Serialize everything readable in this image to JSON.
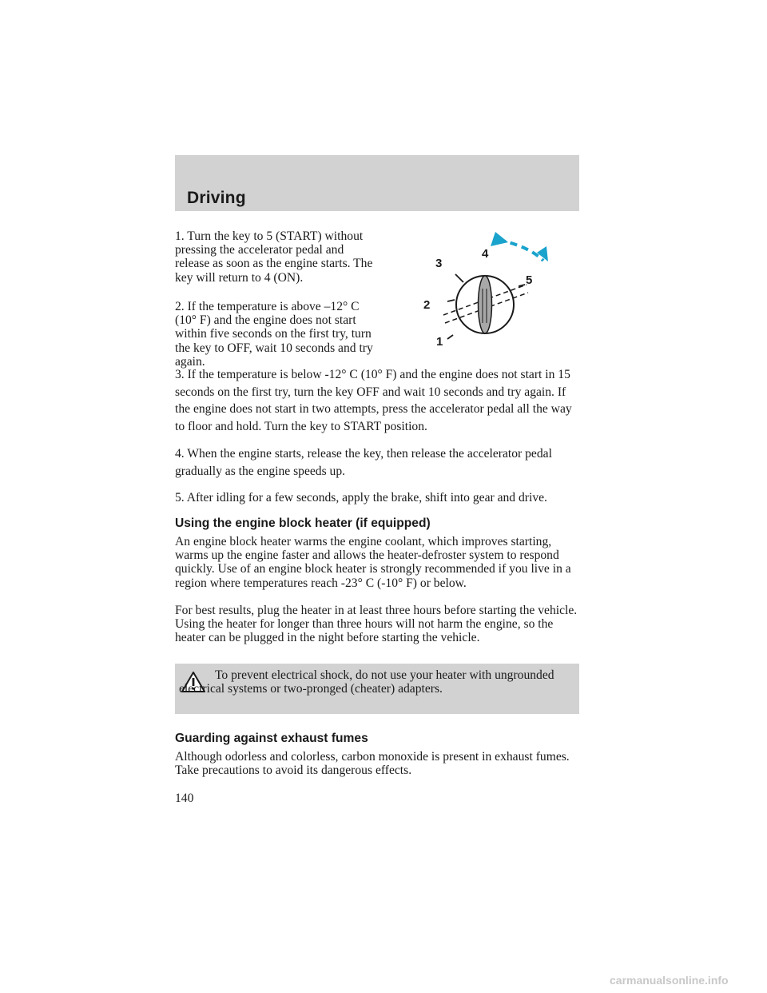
{
  "header": {
    "title": "Driving"
  },
  "steps": [
    "1. Turn the key to 5 (START) without pressing the accelerator pedal and release as soon as the engine starts. The key will return to 4 (ON).",
    "2. If the temperature is above –12° C (10° F) and the engine does not start within five seconds on the first try, turn the key to OFF, wait 10 seconds and try again.",
    "3. If the temperature is below -12° C (10° F) and the engine does not start in 15 seconds on the first try, turn the key OFF and wait 10 seconds and try again. If the engine does not start in two attempts, press the accelerator pedal all the way to floor and hold. Turn the key to START position.",
    "4. When the engine starts, release the key, then release the accelerator pedal gradually as the engine speeds up.",
    "5. After idling for a few seconds, apply the brake, shift into gear and drive."
  ],
  "ignition_diagram": {
    "positions": [
      "1",
      "2",
      "3",
      "4",
      "5"
    ],
    "arrow_color": "#1aa3cc",
    "key_color": "#a8a8a8"
  },
  "block_heater": {
    "heading": "Using the engine block heater (if equipped)",
    "paragraphs": [
      "An engine block heater warms the engine coolant, which improves starting, warms up the engine faster and allows the heater-defroster system to respond quickly. Use of an engine block heater is strongly recommended if you live in a region where temperatures reach -23° C (-10° F) or below.",
      "For best results, plug the heater in at least three hours before starting the vehicle. Using the heater for longer than three hours will not harm the engine, so the heater can be plugged in the night before starting the vehicle."
    ]
  },
  "warning": {
    "icon": "warning-triangle-icon",
    "text": "To prevent electrical shock, do not use your heater with ungrounded electrical systems or two-pronged (cheater) adapters."
  },
  "exhaust": {
    "heading": "Guarding against exhaust fumes",
    "text": "Although odorless and colorless, carbon monoxide is present in exhaust fumes. Take precautions to avoid its dangerous effects."
  },
  "page_number": "140",
  "watermark": "carmanualsonline.info"
}
